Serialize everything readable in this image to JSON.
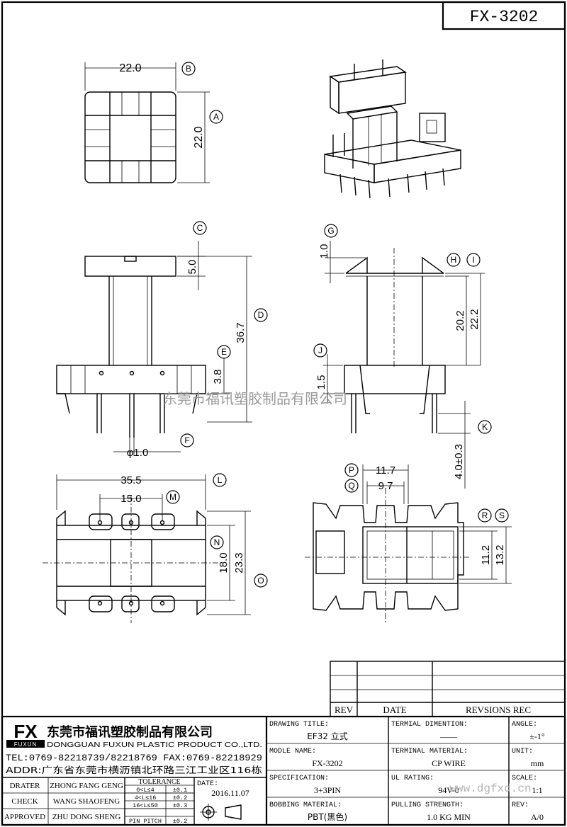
{
  "part_number": "FX-3202",
  "views": {
    "top": {
      "dim_width": "22.0",
      "dim_height": "22.0"
    },
    "front": {
      "dim_top": "5.0",
      "dim_total": "36.7",
      "dim_base": "3.8",
      "dim_pin": "φ1.0"
    },
    "side": {
      "dim_g": "1.0",
      "dim_h": "20.2",
      "dim_i": "22.2",
      "dim_j": "1.5",
      "dim_k": "4.0±0.3"
    },
    "bottom": {
      "dim_l": "35.5",
      "dim_m": "15.0",
      "dim_n": "18.0",
      "dim_o": "23.3"
    },
    "side_bottom": {
      "dim_p": "11.7",
      "dim_q": "9.7",
      "dim_r": "11.2",
      "dim_s": "13.2"
    }
  },
  "callouts": [
    "A",
    "B",
    "C",
    "D",
    "E",
    "F",
    "G",
    "H",
    "I",
    "J",
    "K",
    "L",
    "M",
    "N",
    "O",
    "P",
    "Q",
    "R",
    "S"
  ],
  "watermark": {
    "text": "东莞市福讯塑胶制品有限公司",
    "url": "www.dgfxd.cn"
  },
  "revision_table": {
    "headers": [
      "REV",
      "DATE",
      "REVSIONS REC"
    ]
  },
  "company": {
    "logo_top": "FX",
    "logo_bottom": "FUXUN",
    "name_cn": "东莞市福讯塑胶制品有限公司",
    "name_en": "DONGGUAN FUXUN PLASTIC PRODUCT CO.,LTD.",
    "tel": "TEL:0769-82218739/82218769 FAX:0769-82218929",
    "addr": "ADDR:广东省东莞市横沥镇北环路三江工业区116栋"
  },
  "signoff": [
    {
      "role": "DRATER",
      "name": "ZHONG FANG GENG"
    },
    {
      "role": "CHECK",
      "name": "WANG SHAOFENG"
    },
    {
      "role": "APPROVED",
      "name": "ZHU DONG SHENG"
    }
  ],
  "tolerance": {
    "title": "TOLERANCE",
    "rows": [
      {
        "range": "0<L≤4",
        "value": "±0.1"
      },
      {
        "range": "4<L≤16",
        "value": "±0.2"
      },
      {
        "range": "16<L≤50",
        "value": "±0.3"
      },
      {
        "range": "PIN PITCH",
        "value": "±0.2"
      }
    ]
  },
  "date": {
    "label": "DATE:",
    "value": "2016.11.07"
  },
  "title_block": {
    "drawing_title": {
      "label": "DRAWING TITLE:",
      "value": "EF32 立式"
    },
    "terminal_dimention": {
      "label": "TERMIAL DIMENTION:",
      "value": "——"
    },
    "angle": {
      "label": "ANGLE:",
      "value": "±-1°"
    },
    "model_name": {
      "label": "MODLE NAME:",
      "value": "FX-3202"
    },
    "terminal_material": {
      "label": "TERMINAL MATERIAL:",
      "value": "CP WIRE"
    },
    "unit": {
      "label": "UNIT:",
      "value": "mm"
    },
    "specification": {
      "label": "SPECIFICATION:",
      "value": "3+3PIN"
    },
    "ul_rating": {
      "label": "UL RATING:",
      "value": "94V-0"
    },
    "scale": {
      "label": "SCALE:",
      "value": "1:1"
    },
    "bobbing_material": {
      "label": "BOBBING MATERIAL:",
      "value": "PBT(黑色)"
    },
    "pulling_strength": {
      "label": "PULLING STRENGTH:",
      "value": "1.0 KG MIN"
    },
    "rev": {
      "label": "REV:",
      "value": "A/0"
    }
  }
}
